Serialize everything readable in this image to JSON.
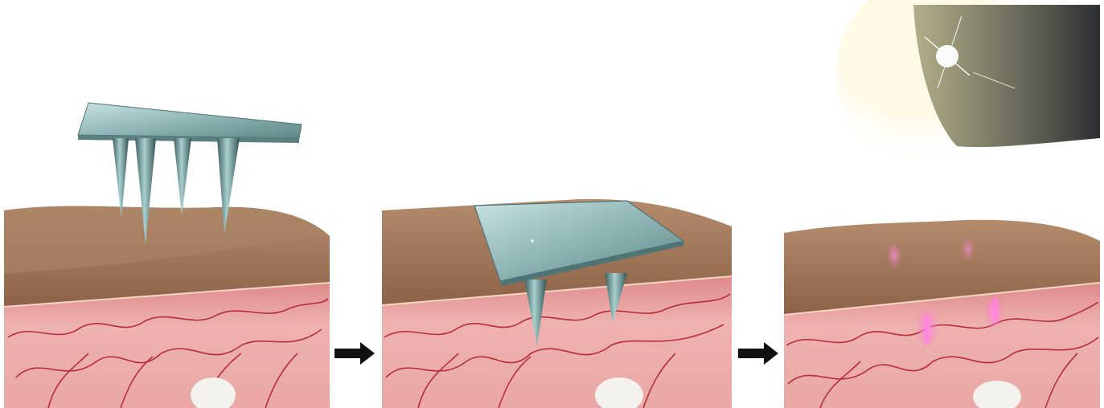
{
  "diagram": {
    "panels": [
      {
        "name": "microneedle-patch-above-skin"
      },
      {
        "name": "microneedles-inserted-into-skin"
      },
      {
        "name": "needles-dissolved-light-activated"
      }
    ],
    "arrows": [
      "arrow-1-to-2",
      "arrow-2-to-3"
    ],
    "colors": {
      "epidermis": "#9a7256",
      "epidermis_top": "#b08866",
      "dermis": "#e7a3a3",
      "vessel": "#b52e39",
      "needle": "#6f9a99",
      "patch": "#9fc3c4",
      "glow": "#ff66d2",
      "arrow": "#111111"
    }
  }
}
